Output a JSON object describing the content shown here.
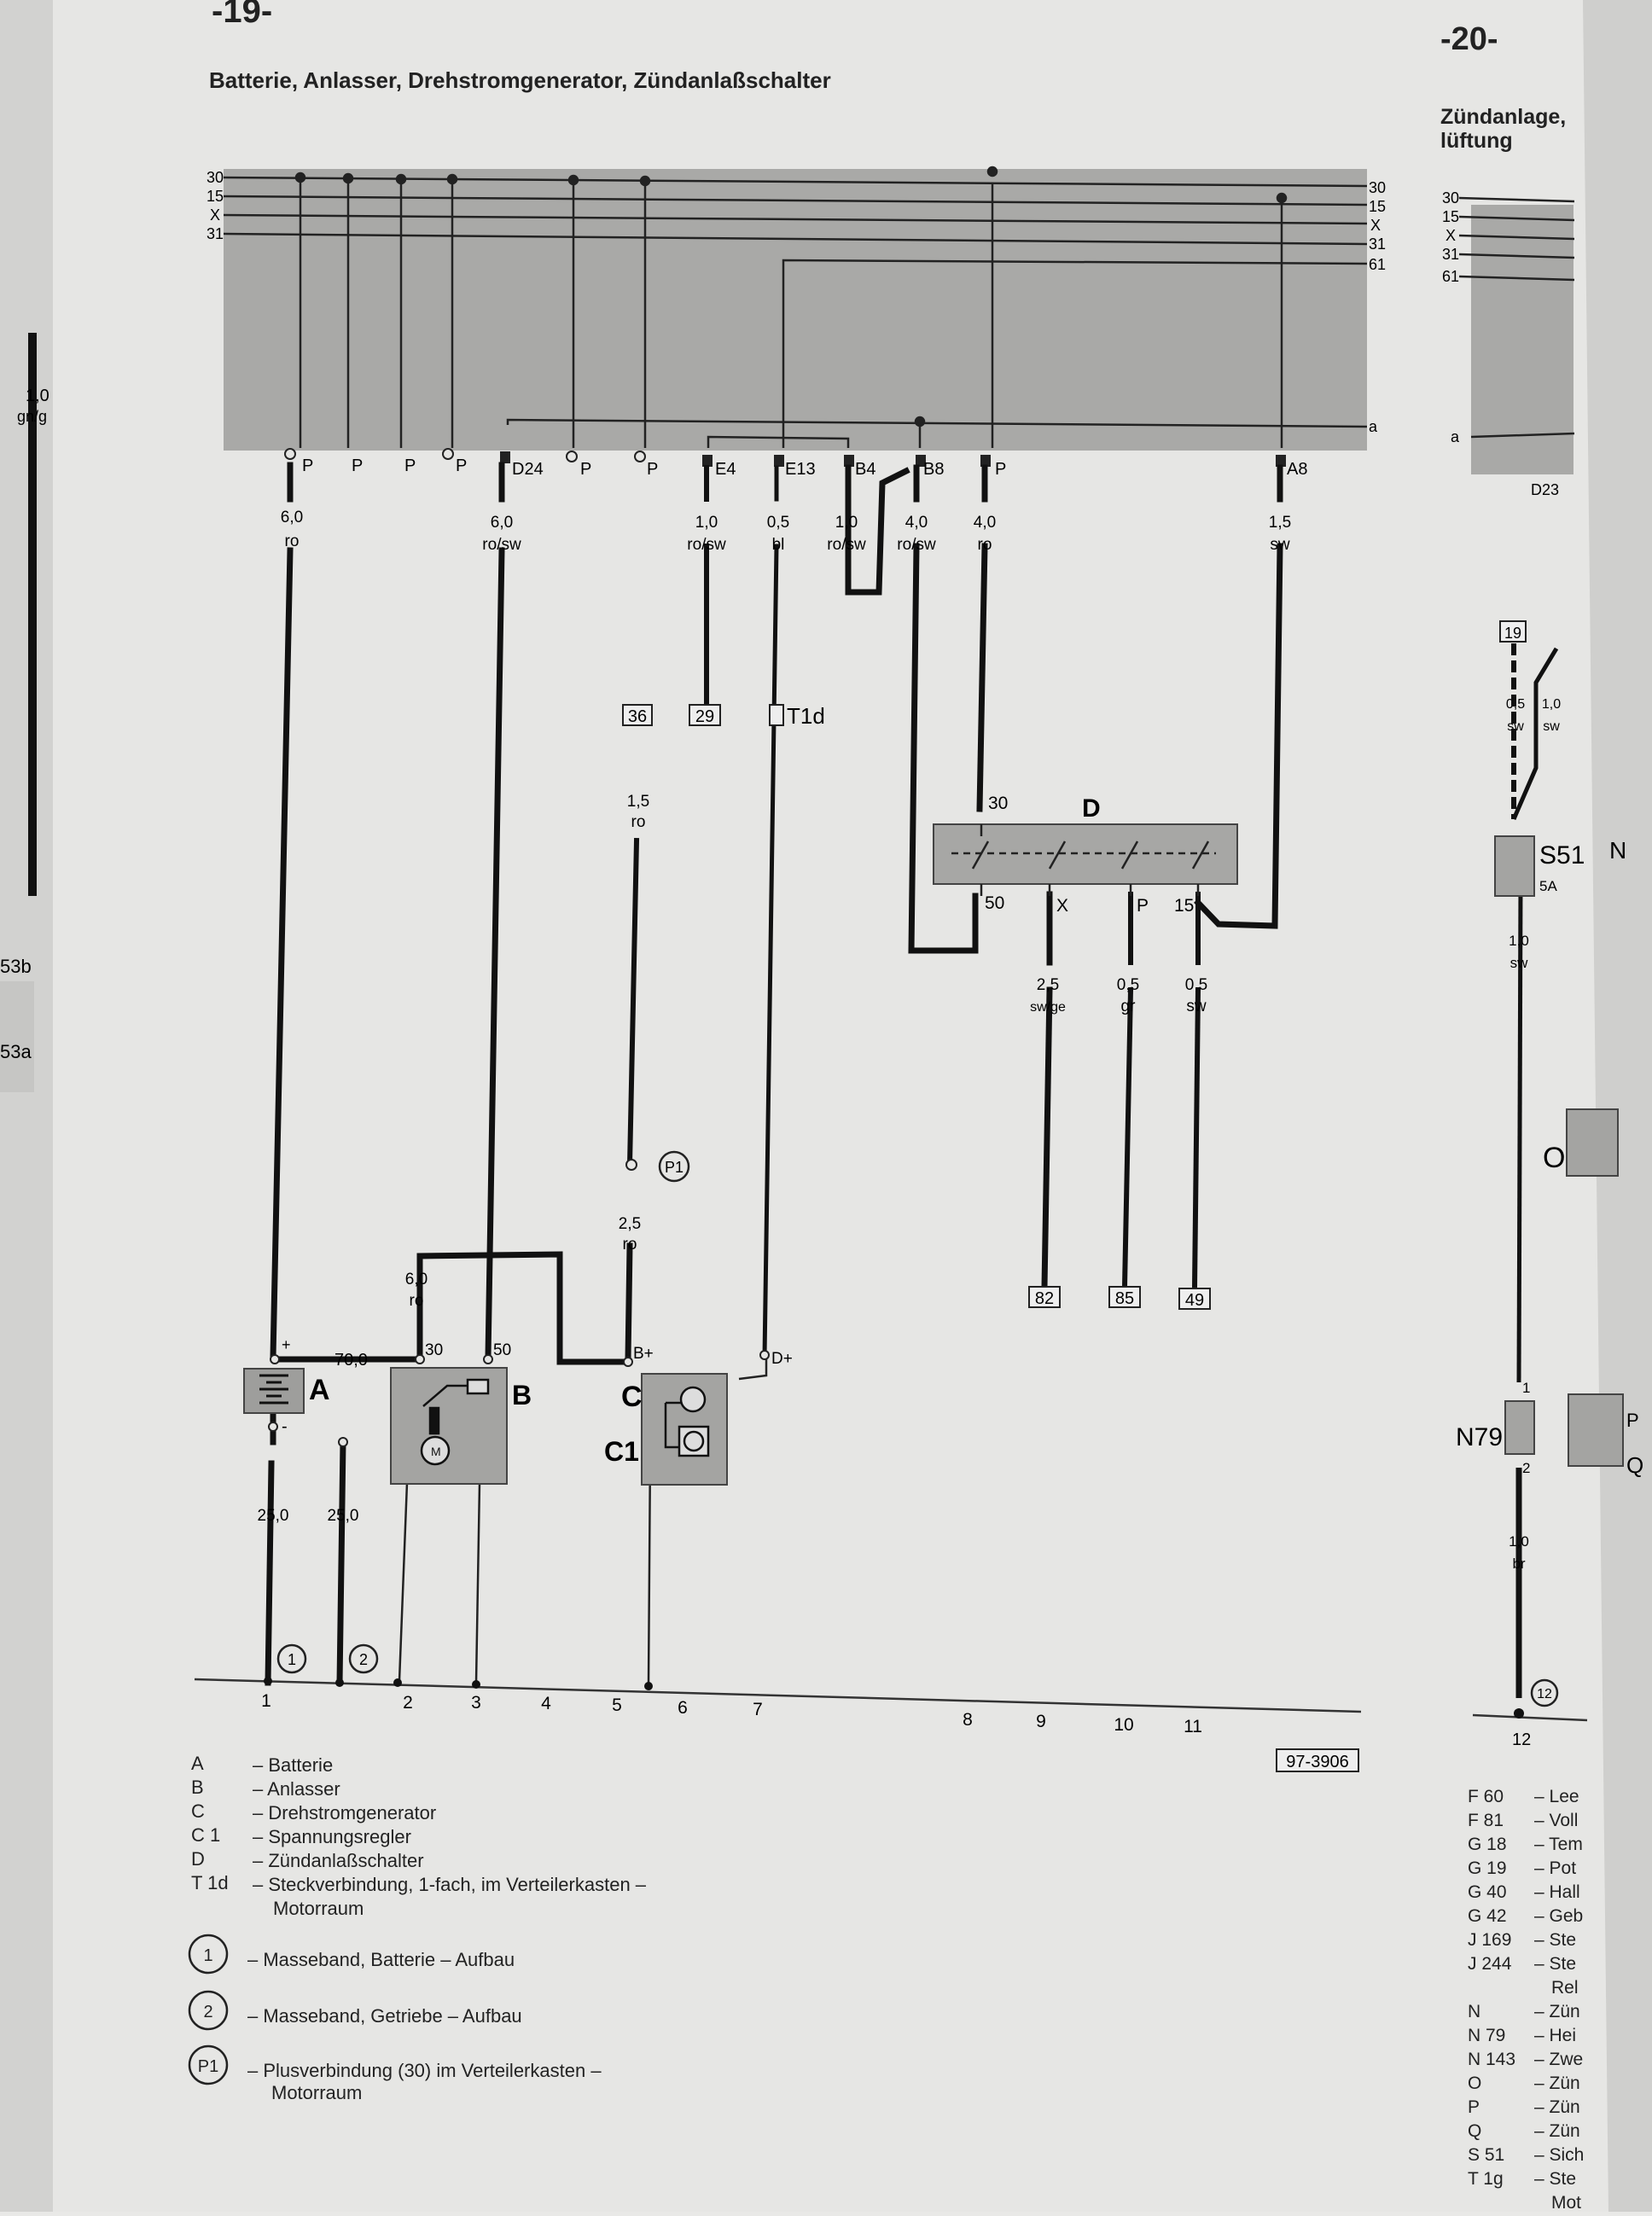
{
  "page_left": "-19-",
  "page_right": "-20-",
  "title": "Batterie, Anlasser, Drehstromgenerator, Zündanlaßschalter",
  "right_title": [
    "Zündanlage,",
    "lüftung"
  ],
  "bus_labels_left": [
    "30",
    "15",
    "X",
    "31"
  ],
  "bus_labels_right": [
    "30",
    "15",
    "X",
    "31",
    "61"
  ],
  "right_bus_labels": [
    "30",
    "15",
    "X",
    "31",
    "61"
  ],
  "bus_right_a": "a",
  "right_page_a": "a",
  "right_page_conn": "D23",
  "left_edge_1": "1,0",
  "left_edge_2": "gn/g",
  "left_edge_3": "53b",
  "left_edge_4": "53a",
  "connectors": [
    "P",
    "P",
    "P",
    "P",
    "D24",
    "P",
    "P",
    "E4",
    "E13",
    "B4",
    "B8",
    "P",
    "A8"
  ],
  "wires": [
    {
      "size": "6,0",
      "color": "ro"
    },
    {
      "size": "6,0",
      "color": "ro/sw"
    },
    {
      "size": "1,0",
      "color": "ro/sw"
    },
    {
      "size": "0,5",
      "color": "bl"
    },
    {
      "size": "1,0",
      "color": "ro/sw"
    },
    {
      "size": "4,0",
      "color": "ro/sw"
    },
    {
      "size": "4,0",
      "color": "ro"
    },
    {
      "size": "1,5",
      "color": "sw"
    }
  ],
  "ref_boxes": {
    "b36": "36",
    "b29": "29",
    "b82": "82",
    "b85": "85",
    "b49": "49",
    "b19": "19"
  },
  "t1d": "T1d",
  "wire_36": {
    "size": "1,5",
    "color": "ro"
  },
  "p1": "P1",
  "wire_25ro": {
    "size": "2,5",
    "color": "ro"
  },
  "wire_b30": {
    "size": "6,0",
    "color": "ro"
  },
  "wire_ab": "70,0",
  "switch_d": {
    "label": "D",
    "t30": "30",
    "t50": "50",
    "tx": "X",
    "tp": "P",
    "t15": "15"
  },
  "switch_out": [
    {
      "size": "2,5",
      "color": "sw/ge"
    },
    {
      "size": "0,5",
      "color": "gr"
    },
    {
      "size": "0,5",
      "color": "sw"
    }
  ],
  "comp": {
    "A": "A",
    "B": "B",
    "C": "C",
    "C1": "C1"
  },
  "term": {
    "plus": "+",
    "minus": "-",
    "b30": "30",
    "b50": "50",
    "bplus": "B+",
    "dplus": "D+"
  },
  "ground_wires": [
    {
      "size": "25,0"
    },
    {
      "size": "25,0"
    }
  ],
  "ground_marks": [
    "1",
    "2"
  ],
  "ground_numbers": [
    "1",
    "2",
    "3",
    "4",
    "5",
    "6",
    "7",
    "8",
    "9",
    "10",
    "11"
  ],
  "right_ground": "12",
  "right_ground_mark": "12",
  "doc_ref": "97-3906",
  "legend": [
    {
      "code": "A",
      "text": "Batterie"
    },
    {
      "code": "B",
      "text": "Anlasser"
    },
    {
      "code": "C",
      "text": "Drehstromgenerator"
    },
    {
      "code": "C 1",
      "text": "Spannungsregler"
    },
    {
      "code": "D",
      "text": "Zündanlaßschalter"
    },
    {
      "code": "T 1d",
      "text": "Steckverbindung, 1-fach, im Verteilerkasten –"
    },
    {
      "code": "",
      "text": "Motorraum"
    }
  ],
  "legend_circles": [
    {
      "mark": "1",
      "text": "– Masseband, Batterie – Aufbau"
    },
    {
      "mark": "2",
      "text": "– Masseband, Getriebe – Aufbau"
    },
    {
      "mark": "P1",
      "text": "– Plusverbindung (30) im Verteilerkasten –"
    }
  ],
  "legend_p1_cont": "Motorraum",
  "right_page": {
    "w19a": {
      "size": "0,5",
      "color": "sw"
    },
    "w19b": {
      "size": "1,0",
      "color": "sw"
    },
    "s51": "S51",
    "s51_amp": "5A",
    "n_label": "N",
    "w_s51": {
      "size": "1,0",
      "color": "sw"
    },
    "o_label": "O",
    "n79": "N79",
    "n79_t1": "1",
    "n79_t2": "2",
    "w_n79": {
      "size": "1,0",
      "color": "br"
    },
    "p_label": "P",
    "q_label": "Q",
    "legend_codes": [
      "F 60",
      "F 81",
      "G 18",
      "G 19",
      "G 40",
      "G 42",
      "J 169",
      "J 244",
      "",
      "N",
      "N 79",
      "N 143",
      "O",
      "P",
      "Q",
      "S 51",
      "T 1g"
    ],
    "legend_texts": [
      "– Lee",
      "– Voll",
      "– Tem",
      "– Pot",
      "– Hall",
      "– Geb",
      "– Ste",
      "– Ste",
      "Rel",
      "– Zün",
      "– Hei",
      "– Zwe",
      "– Zün",
      "– Zün",
      "– Zün",
      "– Sich",
      "– Ste",
      "Mot"
    ]
  }
}
